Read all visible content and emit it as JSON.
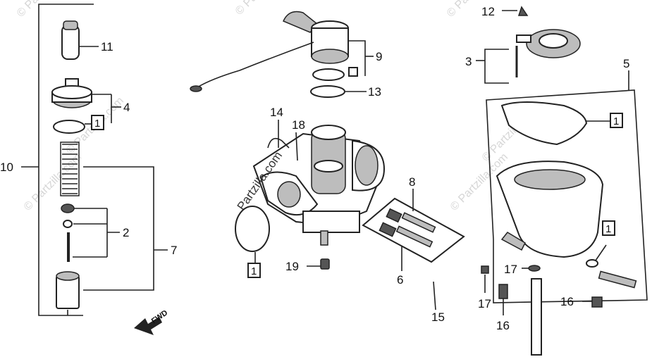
{
  "watermark": {
    "text": "© Partzilla.com",
    "overlay_text": "Partzilla.com"
  },
  "direction_label": "FWD",
  "ref_box_label": "1",
  "callouts": {
    "c2": "2",
    "c3": "3",
    "c4": "4",
    "c5": "5",
    "c6": "6",
    "c7": "7",
    "c8": "8",
    "c9": "9",
    "c10": "10",
    "c11": "11",
    "c12": "12",
    "c13": "13",
    "c14": "14",
    "c15": "15",
    "c16a": "16",
    "c16b": "16",
    "c17a": "17",
    "c17b": "17",
    "c18": "18",
    "c19": "19"
  }
}
